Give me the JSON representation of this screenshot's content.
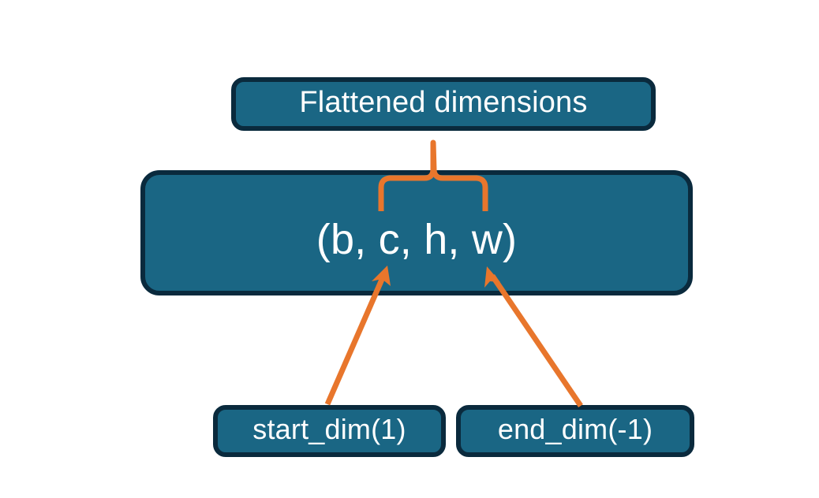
{
  "diagram": {
    "title": "Flatten start_dim and end_dim illustration",
    "type": "flowchart",
    "background_color": "#FFFFFF",
    "node_fill_color": "#1A6684",
    "node_border_color": "#0A2A3D",
    "node_text_color": "#FFFFFF",
    "connector_color": "#E8762C",
    "nodes": [
      {
        "id": "flattened",
        "label": "Flattened dimensions",
        "role": "caption-box-top"
      },
      {
        "id": "shape",
        "label": "(b, c, h, w)",
        "role": "tensor-shape-box"
      },
      {
        "id": "start_dim",
        "label": "start_dim(1)",
        "role": "argument-box-left"
      },
      {
        "id": "end_dim",
        "label": "end_dim(-1)",
        "role": "argument-box-right"
      }
    ],
    "connectors": [
      {
        "id": "brace",
        "kind": "curly-brace",
        "from": "shape",
        "to": "flattened",
        "spans": "c, h, w"
      },
      {
        "id": "start-dim-arrow",
        "kind": "arrow",
        "from": "start_dim",
        "to": "shape",
        "points_at": "c"
      },
      {
        "id": "end-dim-arrow",
        "kind": "arrow",
        "from": "end_dim",
        "to": "shape",
        "points_at": "w"
      }
    ]
  }
}
